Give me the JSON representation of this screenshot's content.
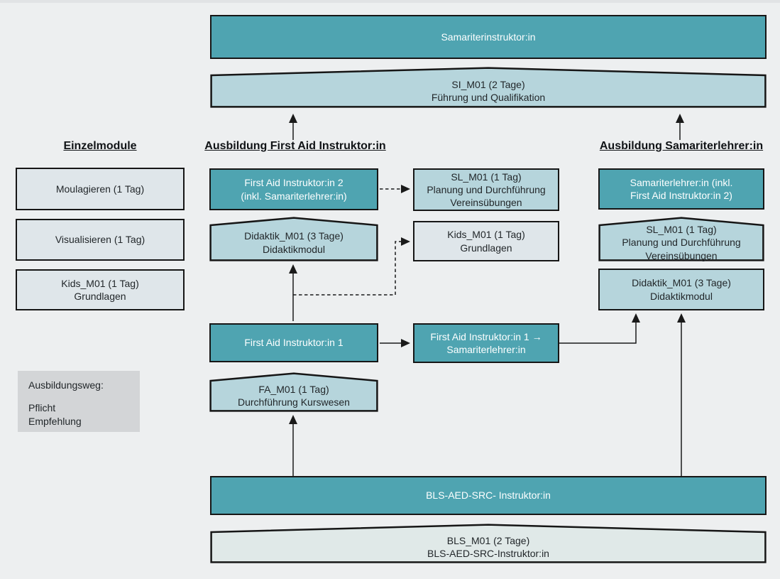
{
  "colors": {
    "background": "#edeff0",
    "teal": "#4fa4b1",
    "light_teal": "#b6d5dc",
    "pale": "#dfe6ea",
    "pale_module": "#e0e9e8",
    "legend_bg": "#d3d5d7",
    "border": "#161616",
    "arrow": "#1a1a1a"
  },
  "headers": {
    "einzelmodule": "Einzelmodule",
    "first_aid": "Ausbildung First Aid Instruktor:in",
    "samariterlehrer": "Ausbildung Samariterlehrer:in"
  },
  "boxes": {
    "samariterinstruktor": {
      "lines": [
        "Samariterinstruktor:in"
      ]
    },
    "si_m01": {
      "lines": [
        "SI_M01 (2 Tage)",
        "Führung und Qualifikation"
      ]
    },
    "moulagieren": {
      "lines": [
        "Moulagieren (1 Tag)"
      ]
    },
    "visualisieren": {
      "lines": [
        "Visualisieren (1 Tag)"
      ]
    },
    "kids_einzelmodul": {
      "lines": [
        "Kids_M01 (1 Tag)",
        "Grundlagen"
      ]
    },
    "first_aid_instruktor_2": {
      "lines": [
        "First Aid Instruktor:in 2",
        "(inkl. Samariterlehrer:in)"
      ]
    },
    "didaktik_m01_mitte": {
      "lines": [
        "Didaktik_M01 (3 Tage)",
        "Didaktikmodul"
      ]
    },
    "sl_m01_mitte": {
      "lines": [
        "SL_M01 (1 Tag)",
        "Planung und Durchführung",
        "Vereinsübungen"
      ]
    },
    "kids_m01_mitte": {
      "lines": [
        "Kids_M01 (1 Tag)",
        "Grundlagen"
      ]
    },
    "first_aid_instruktor_1": {
      "lines": [
        "First Aid Instruktor:in 1"
      ]
    },
    "fa1_zu_samariterlehrer": {
      "lines": [
        "First Aid Instruktor:in 1 →",
        "Samariterlehrer:in"
      ]
    },
    "fa_m01": {
      "lines": [
        "FA_M01 (1 Tag)",
        "Durchführung Kurswesen"
      ]
    },
    "samariterlehrer": {
      "lines": [
        "Samariterlehrer:in (inkl.",
        "First Aid Instruktor:in 2)"
      ]
    },
    "sl_m01_rechts": {
      "lines": [
        "SL_M01 (1 Tag)",
        "Planung und Durchführung",
        "Vereinsübungen"
      ]
    },
    "didaktik_m01_rechts": {
      "lines": [
        "Didaktik_M01 (3 Tage)",
        "Didaktikmodul"
      ]
    },
    "bls_instruktor": {
      "lines": [
        "BLS-AED-SRC- Instruktor:in"
      ]
    },
    "bls_m01": {
      "lines": [
        "BLS_M01 (2 Tage)",
        "BLS-AED-SRC-Instruktor:in"
      ]
    }
  },
  "legend": {
    "title": "Ausbildungsweg:",
    "pflicht": "Pflicht",
    "empfehlung": "Empfehlung"
  }
}
